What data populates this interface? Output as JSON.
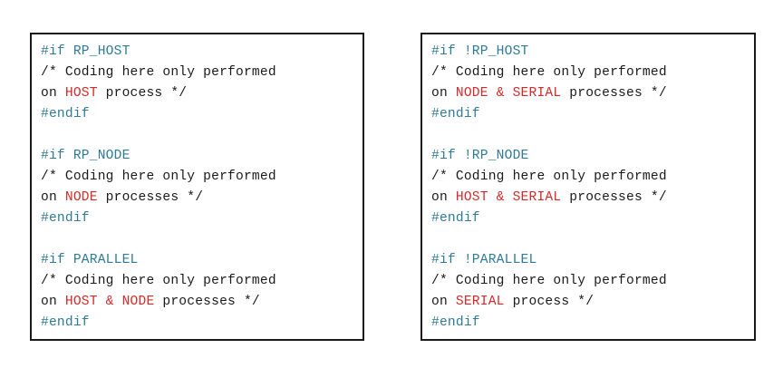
{
  "colors": {
    "directive": "#2f7a96",
    "keyword": "#d42a2a",
    "text": "#1a1a1a",
    "border": "#1a1a1a"
  },
  "panels": [
    {
      "blocks": [
        {
          "open": "#if RP_HOST",
          "comment": "/* Coding here only performed",
          "on_prefix": "on ",
          "targets": [
            "HOST"
          ],
          "joiner": " & ",
          "suffix": " process */",
          "close": "#endif"
        },
        {
          "open": "#if RP_NODE",
          "comment": "/* Coding here only performed",
          "on_prefix": "on ",
          "targets": [
            "NODE"
          ],
          "joiner": " & ",
          "suffix": " processes */",
          "close": "#endif"
        },
        {
          "open": "#if PARALLEL",
          "comment": "/* Coding here only performed",
          "on_prefix": "on ",
          "targets": [
            "HOST",
            "NODE"
          ],
          "joiner": " & ",
          "suffix": " processes */",
          "close": "#endif"
        }
      ]
    },
    {
      "blocks": [
        {
          "open": "#if !RP_HOST",
          "comment": "/* Coding here only performed",
          "on_prefix": "on ",
          "targets": [
            "NODE",
            "SERIAL"
          ],
          "joiner": " & ",
          "suffix": " processes */",
          "close": "#endif"
        },
        {
          "open": "#if !RP_NODE",
          "comment": "/* Coding here only performed",
          "on_prefix": "on ",
          "targets": [
            "HOST",
            "SERIAL"
          ],
          "joiner": " & ",
          "suffix": " processes */",
          "close": "#endif"
        },
        {
          "open": "#if !PARALLEL",
          "comment": "/* Coding here only performed",
          "on_prefix": "on ",
          "targets": [
            "SERIAL"
          ],
          "joiner": " & ",
          "suffix": " process */",
          "close": "#endif"
        }
      ]
    }
  ]
}
